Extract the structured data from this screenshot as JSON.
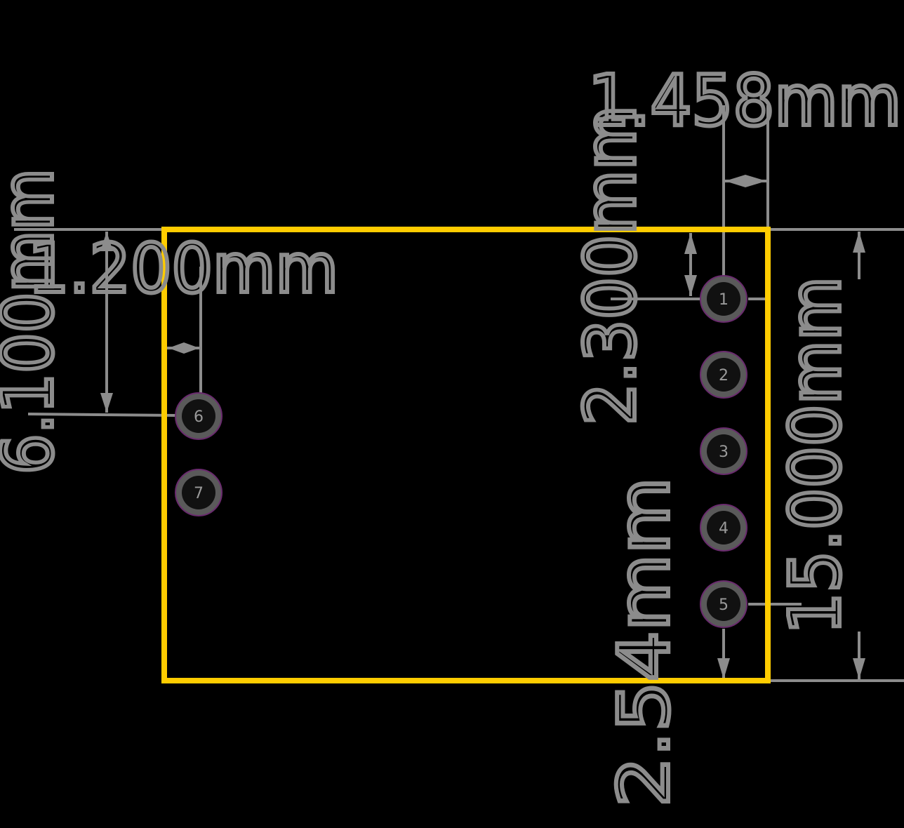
{
  "colors": {
    "background": "#000000",
    "outline": "#ffcc00",
    "dimension": "#8c8c8c",
    "pad_ring": "#5a5a5a",
    "pad_hole": "#111111"
  },
  "dimensions": {
    "top_pitch": "1.458mm",
    "left_offset": "1.200mm",
    "left_height": "6.100mm",
    "pin1_offset": "2.300mm",
    "pin_pitch": "2.54mm",
    "total_height": "15.000mm"
  },
  "pads": [
    {
      "label": "1"
    },
    {
      "label": "2"
    },
    {
      "label": "3"
    },
    {
      "label": "4"
    },
    {
      "label": "5"
    },
    {
      "label": "6"
    },
    {
      "label": "7"
    }
  ]
}
